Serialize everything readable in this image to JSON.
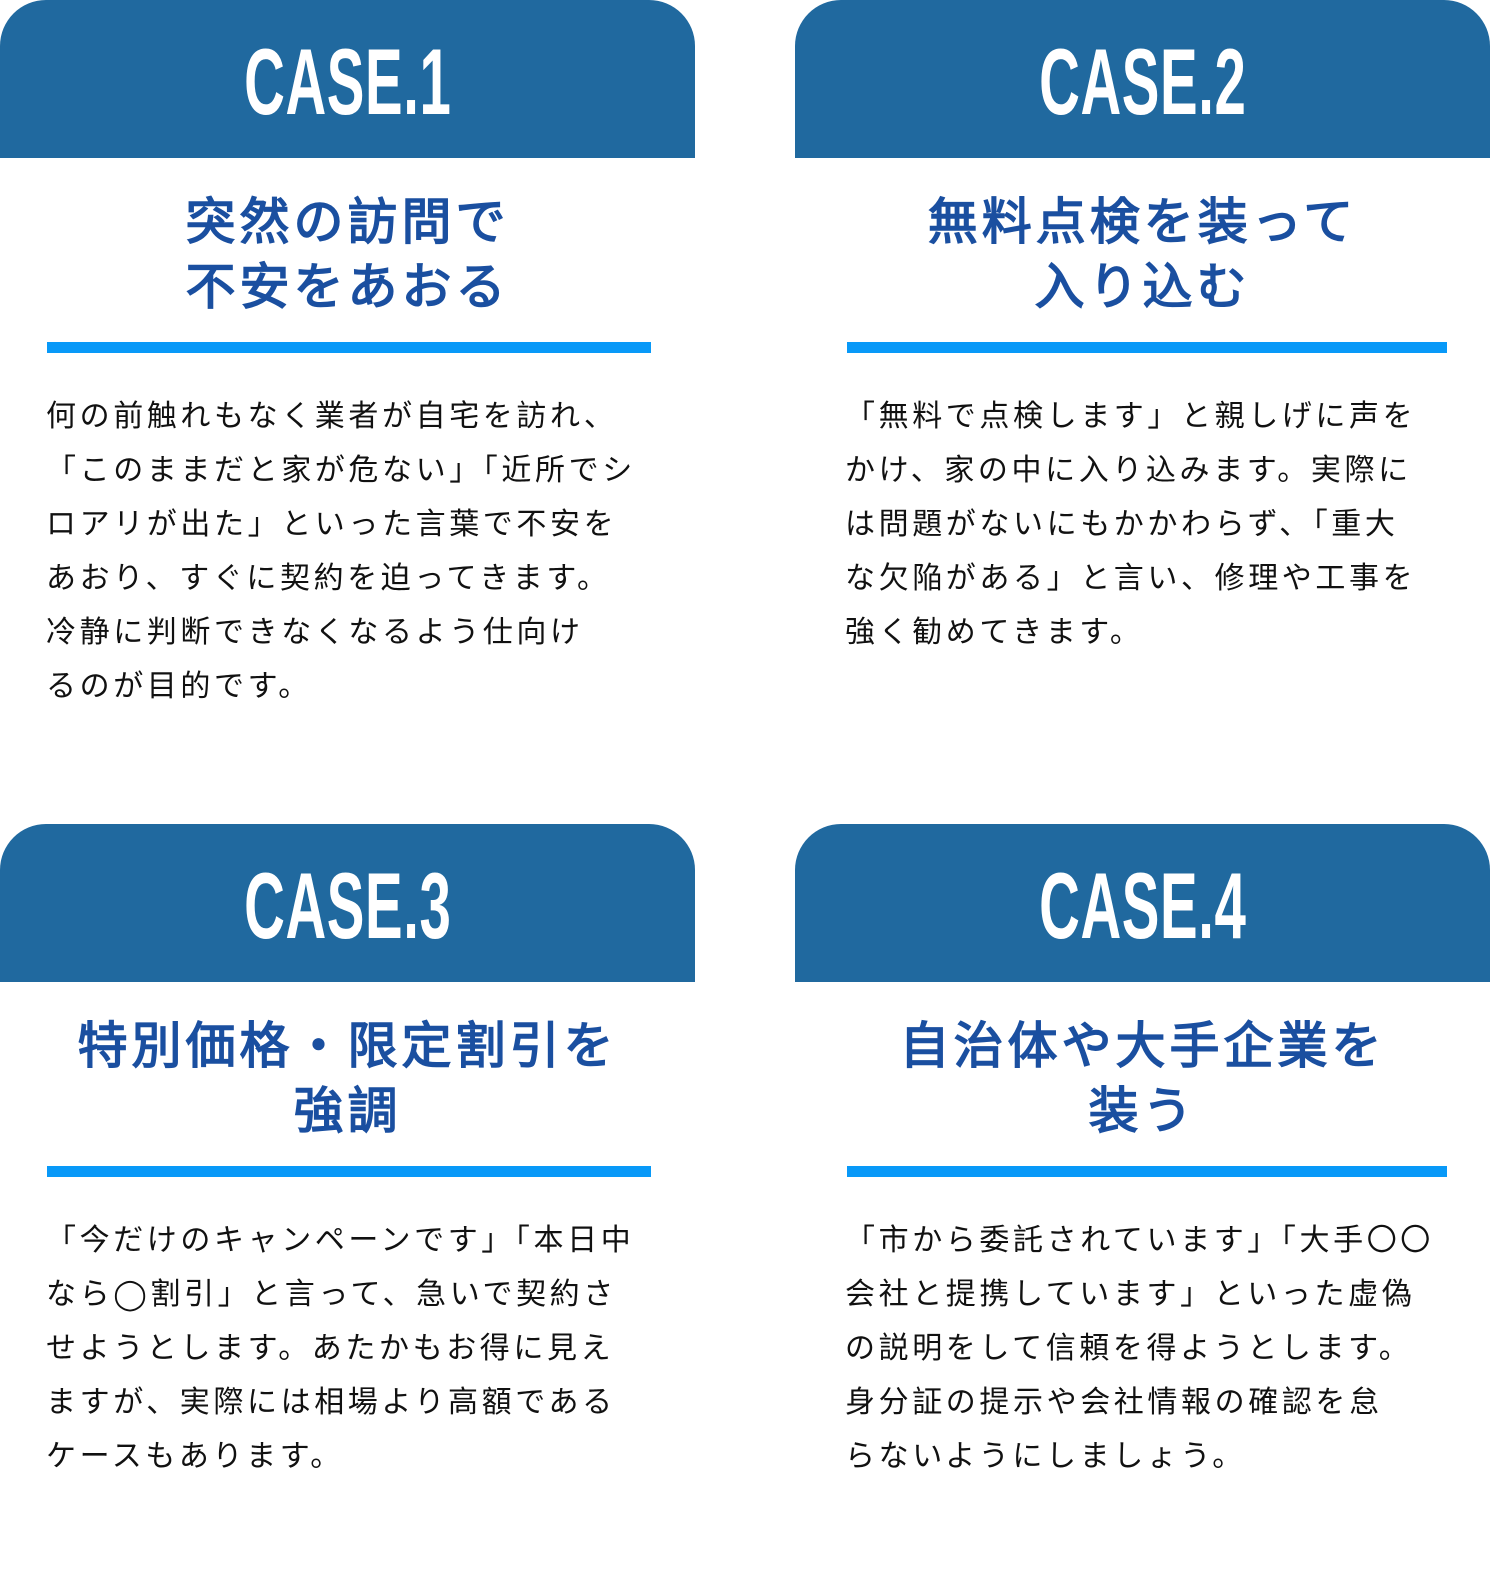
{
  "colors": {
    "header_bg": "#20699f",
    "header_text": "#ffffff",
    "title_text": "#1a4fa0",
    "underline": "#0899f8",
    "body_text": "#111111"
  },
  "cases": [
    {
      "label": "CASE.1",
      "title_lines": [
        "突然の訪問で",
        "不安をあおる"
      ],
      "body_lines": [
        "何の前触れもなく業者が自宅を訪れ、",
        "「このままだと家が危ない」「近所でシ",
        "ロアリが出た」といった言葉で不安を",
        "あおり、すぐに契約を迫ってきます。",
        "冷静に判断できなくなるよう仕向け",
        "るのが目的です。"
      ]
    },
    {
      "label": "CASE.2",
      "title_lines": [
        "無料点検を装って",
        "入り込む"
      ],
      "body_lines": [
        "「無料で点検します」と親しげに声を",
        "かけ、家の中に入り込みます。実際に",
        "は問題がないにもかかわらず、「重大",
        "な欠陥がある」と言い、修理や工事を",
        "強く勧めてきます。"
      ]
    },
    {
      "label": "CASE.3",
      "title_lines": [
        "特別価格・限定割引を",
        "強調"
      ],
      "body_lines": [
        "「今だけのキャンペーンです」「本日中",
        "なら◯割引」と言って、急いで契約さ",
        "せようとします。あたかもお得に見え",
        "ますが、実際には相場より高額である",
        "ケースもあります。"
      ]
    },
    {
      "label": "CASE.4",
      "title_lines": [
        "自治体や大手企業を",
        "装う"
      ],
      "body_lines": [
        "「市から委託されています」「大手〇〇",
        "会社と提携しています」といった虚偽",
        "の説明をして信頼を得ようとします。",
        "身分証の提示や会社情報の確認を怠",
        "らないようにしましょう。"
      ]
    }
  ]
}
